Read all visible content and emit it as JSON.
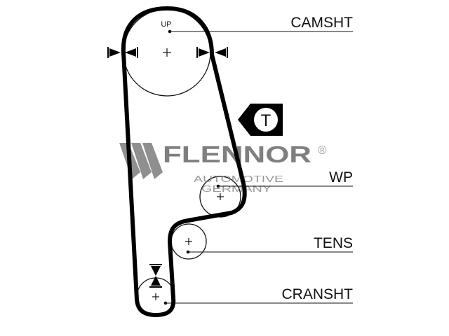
{
  "labels": {
    "camshaft": "CAMSHT",
    "water_pump": "WP",
    "tensioner": "TENS",
    "crankshaft": "CRANSHT",
    "up_mark": "UP",
    "tensioner_symbol": "T"
  },
  "watermark": {
    "brand": "FLENNOR",
    "registered": "®",
    "line1": "AUTOMOTIVE",
    "line2": "GERMANY"
  },
  "colors": {
    "belt": "#000000",
    "line": "#111111",
    "watermark": "#555555"
  }
}
